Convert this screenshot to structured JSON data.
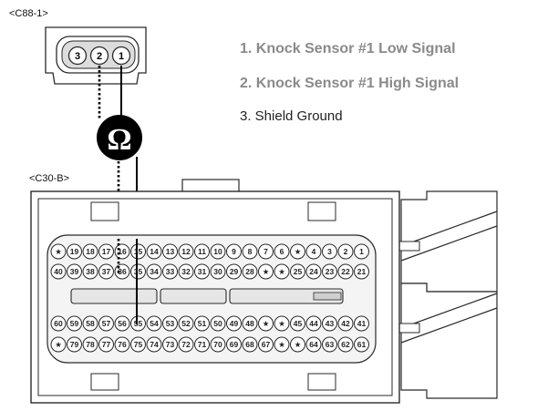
{
  "connector_c88": {
    "title": "<C88-1>",
    "pins": [
      "3",
      "2",
      "1"
    ]
  },
  "connector_c30": {
    "title": "<C30-B>",
    "rows": [
      [
        "★",
        "19",
        "18",
        "17",
        "16",
        "15",
        "14",
        "13",
        "12",
        "11",
        "10",
        "9",
        "8",
        "7",
        "6",
        "★",
        "4",
        "3",
        "2",
        "1"
      ],
      [
        "40",
        "39",
        "38",
        "37",
        "36",
        "35",
        "34",
        "33",
        "32",
        "31",
        "30",
        "29",
        "28",
        "★",
        "★",
        "25",
        "24",
        "23",
        "22",
        "21"
      ],
      [
        "60",
        "59",
        "58",
        "57",
        "56",
        "55",
        "54",
        "53",
        "52",
        "51",
        "50",
        "49",
        "48",
        "★",
        "★",
        "45",
        "44",
        "43",
        "42",
        "41"
      ],
      [
        "★",
        "79",
        "78",
        "77",
        "76",
        "75",
        "74",
        "73",
        "72",
        "71",
        "70",
        "69",
        "68",
        "67",
        "★",
        "★",
        "64",
        "63",
        "62",
        "61"
      ]
    ]
  },
  "meter": {
    "symbol": "Ω"
  },
  "legend": [
    {
      "text": "1. Knock Sensor #1 Low Signal",
      "color": "#8a8a8a"
    },
    {
      "text": "2. Knock Sensor #1 High Signal",
      "color": "#8a8a8a"
    },
    {
      "text": "3. Shield Ground",
      "color": "#222222"
    }
  ],
  "colors": {
    "line": "#2a2a2a",
    "probe": "#000000"
  }
}
